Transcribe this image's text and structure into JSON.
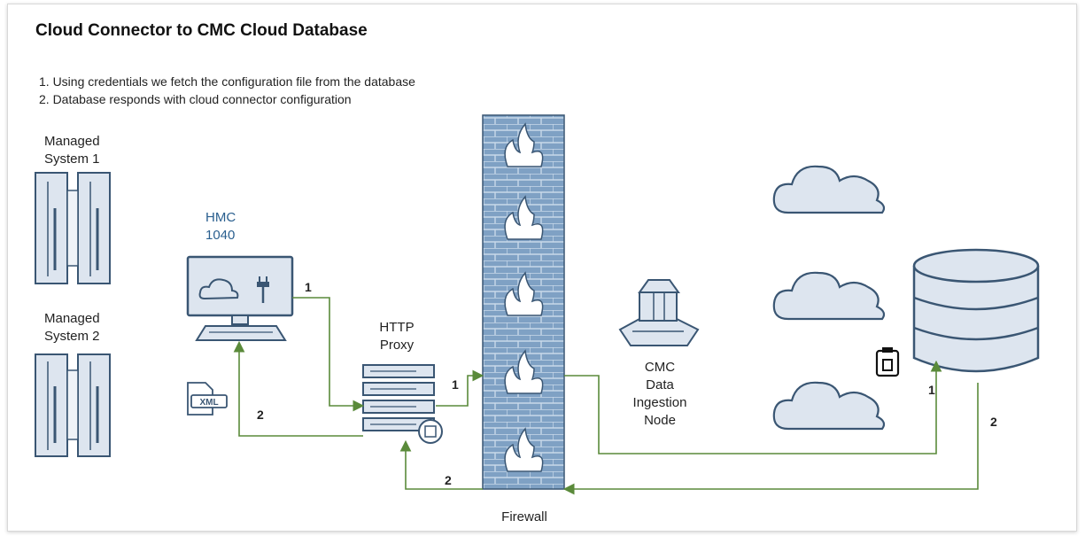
{
  "title": "Cloud Connector to CMC Cloud Database",
  "steps": [
    "1. Using credentials we fetch the configuration file from the database",
    "2. Database responds with cloud connector configuration"
  ],
  "nodes": {
    "managed_system_1": {
      "line1": "Managed",
      "line2": "System 1"
    },
    "managed_system_2": {
      "line1": "Managed",
      "line2": "System 2"
    },
    "hmc": {
      "line1": "HMC",
      "line2": "1040"
    },
    "http_proxy": {
      "line1": "HTTP",
      "line2": "Proxy"
    },
    "firewall": "Firewall",
    "cmc_node": {
      "line1": "CMC",
      "line2": "Data",
      "line3": "Ingestion",
      "line4": "Node"
    },
    "xml_icon_text": "XML"
  },
  "connector_labels": {
    "hmc_to_proxy": "1",
    "proxy_to_firewall": "1",
    "proxy_to_hmc": "2",
    "firewall_to_proxy": "2",
    "to_database": "1",
    "from_database": "2"
  },
  "colors": {
    "arrow": "#5a8a3a",
    "icon_fill": "#dde5ef",
    "icon_stroke": "#3a5673",
    "firewall_fill": "#7fa1c4",
    "brick_line": "#c9d9ea",
    "title": "#111111"
  },
  "icons": [
    "server-rack-icon",
    "monitor-icon",
    "cloud-icon",
    "plug-icon",
    "keyboard-icon",
    "xml-file-icon",
    "proxy-server-icon",
    "firewall-icon",
    "flame-icon",
    "cmc-node-icon",
    "cloud-icon",
    "database-icon",
    "clipboard-icon"
  ]
}
